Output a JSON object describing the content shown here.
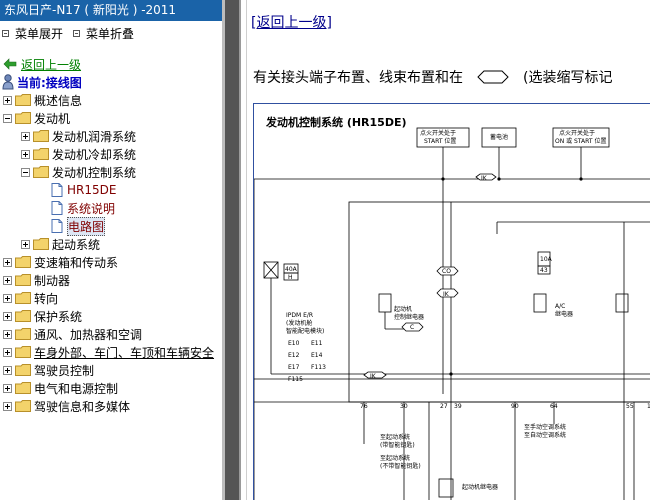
{
  "app": {
    "title": "东风日产-N17 ( 新阳光 ) -2011"
  },
  "menu": {
    "expand": "菜单展开",
    "collapse": "菜单折叠"
  },
  "nav": {
    "back": "返回上一级",
    "current_label": "当前:接线图"
  },
  "tree": [
    {
      "label": "概述信息",
      "level": 0,
      "toggle": "plus",
      "type": "folder"
    },
    {
      "label": "发动机",
      "level": 0,
      "toggle": "minus",
      "type": "folder"
    },
    {
      "label": "发动机润滑系统",
      "level": 1,
      "toggle": "plus",
      "type": "folder"
    },
    {
      "label": "发动机冷却系统",
      "level": 1,
      "toggle": "plus",
      "type": "folder"
    },
    {
      "label": "发动机控制系统",
      "level": 1,
      "toggle": "minus",
      "type": "folder"
    },
    {
      "label": "HR15DE",
      "level": 2,
      "type": "doc"
    },
    {
      "label": "系统说明",
      "level": 2,
      "type": "doc"
    },
    {
      "label": "电路图",
      "level": 2,
      "type": "doc",
      "selected": true
    },
    {
      "label": "起动系统",
      "level": 1,
      "toggle": "plus",
      "type": "folder"
    },
    {
      "label": "变速箱和传动系",
      "level": 0,
      "toggle": "plus",
      "type": "folder"
    },
    {
      "label": "制动器",
      "level": 0,
      "toggle": "plus",
      "type": "folder"
    },
    {
      "label": "转向",
      "level": 0,
      "toggle": "plus",
      "type": "folder"
    },
    {
      "label": "保护系统",
      "level": 0,
      "toggle": "plus",
      "type": "folder"
    },
    {
      "label": "通风、加热器和空调",
      "level": 0,
      "toggle": "plus",
      "type": "folder"
    },
    {
      "label": "车身外部、车门、车顶和车辆安全",
      "level": 0,
      "toggle": "plus",
      "type": "folder",
      "underline": true
    },
    {
      "label": "驾驶员控制",
      "level": 0,
      "toggle": "plus",
      "type": "folder"
    },
    {
      "label": "电气和电源控制",
      "level": 0,
      "toggle": "plus",
      "type": "folder"
    },
    {
      "label": "驾驶信息和多媒体",
      "level": 0,
      "toggle": "plus",
      "type": "folder"
    }
  ],
  "main": {
    "back": "[返回上一级]",
    "intro_text": "有关接头端子布置、线束布置和在",
    "intro_text2": "(选装缩写标记",
    "diagram_title": "发动机控制系统 (HR15DE)",
    "labels": {
      "ign_start": "点火开关处于",
      "ign_start2": "START 位置",
      "battery": "蓄电池",
      "ign_on": "点火开关处于",
      "ign_on2": "ON 或 START 位置",
      "ik": "IK",
      "co": "CO",
      "fuse40": "40A",
      "fuse40b": "H",
      "fuse10": "10A",
      "fuse10b": "43",
      "ipdm1": "IPDM E/R",
      "ipdm2": "(发动机舱",
      "ipdm3": "智能配电模块)",
      "starter_relay1": "起动机",
      "starter_relay2": "控制继电器",
      "ac_relay1": "A/C",
      "ac_relay2": "继电器",
      "conn_c": "C",
      "e10": "E10",
      "e11": "E11",
      "e12": "E12",
      "e14": "E14",
      "e17": "E17",
      "f113": "F113",
      "f115": "F115",
      "pin76": "76",
      "pin30": "30",
      "pin27": "27",
      "pin39": "39",
      "pin90": "90",
      "pin64": "64",
      "pin55": "55",
      "pin1": "1",
      "to_start1": "至起动系统",
      "to_start2": "(带智能钥匙)",
      "to_start3": "至起动系统",
      "to_start4": "(不带智能钥匙)",
      "to_ac1": "至手动空调系统",
      "to_ac2": "至自动空调系统",
      "starter_relay_bottom": "起动机继电器"
    }
  },
  "colors": {
    "titlebar": "#1a63a8",
    "back_link_left": "#008000",
    "current": "#0000c0",
    "doc_text": "#800000",
    "diagram_border": "#3050a0"
  }
}
